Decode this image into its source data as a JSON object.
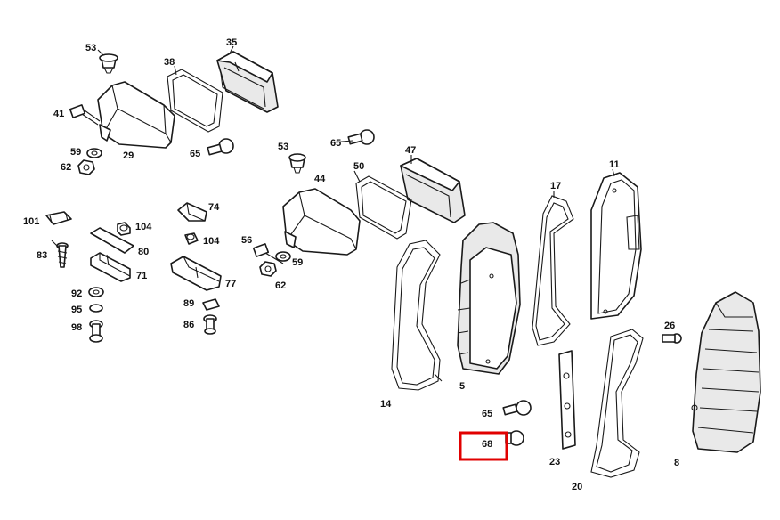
{
  "highlight_color": "#e10000",
  "highlighted_part": "68",
  "callouts": {
    "p53a": "53",
    "p35": "35",
    "p38": "38",
    "p41": "41",
    "p59a": "59",
    "p62a": "62",
    "p29": "29",
    "p65a": "65",
    "p53b": "53",
    "p65b": "65",
    "p47": "47",
    "p50": "50",
    "p44": "44",
    "p17": "17",
    "p11": "11",
    "p101": "101",
    "p74": "74",
    "p104a": "104",
    "p104b": "104",
    "p80": "80",
    "p83": "83",
    "p71": "71",
    "p56": "56",
    "p59b": "59",
    "p62b": "62",
    "p77": "77",
    "p92": "92",
    "p95": "95",
    "p98": "98",
    "p89": "89",
    "p86": "86",
    "p14": "14",
    "p5": "5",
    "p26": "26",
    "p65c": "65",
    "p68": "68",
    "p23": "23",
    "p20": "20",
    "p8": "8"
  },
  "icons": {
    "bulb": "bulb-icon",
    "screw": "screw-icon",
    "nut": "nut-icon",
    "washer": "washer-icon",
    "clip": "clip-icon"
  }
}
